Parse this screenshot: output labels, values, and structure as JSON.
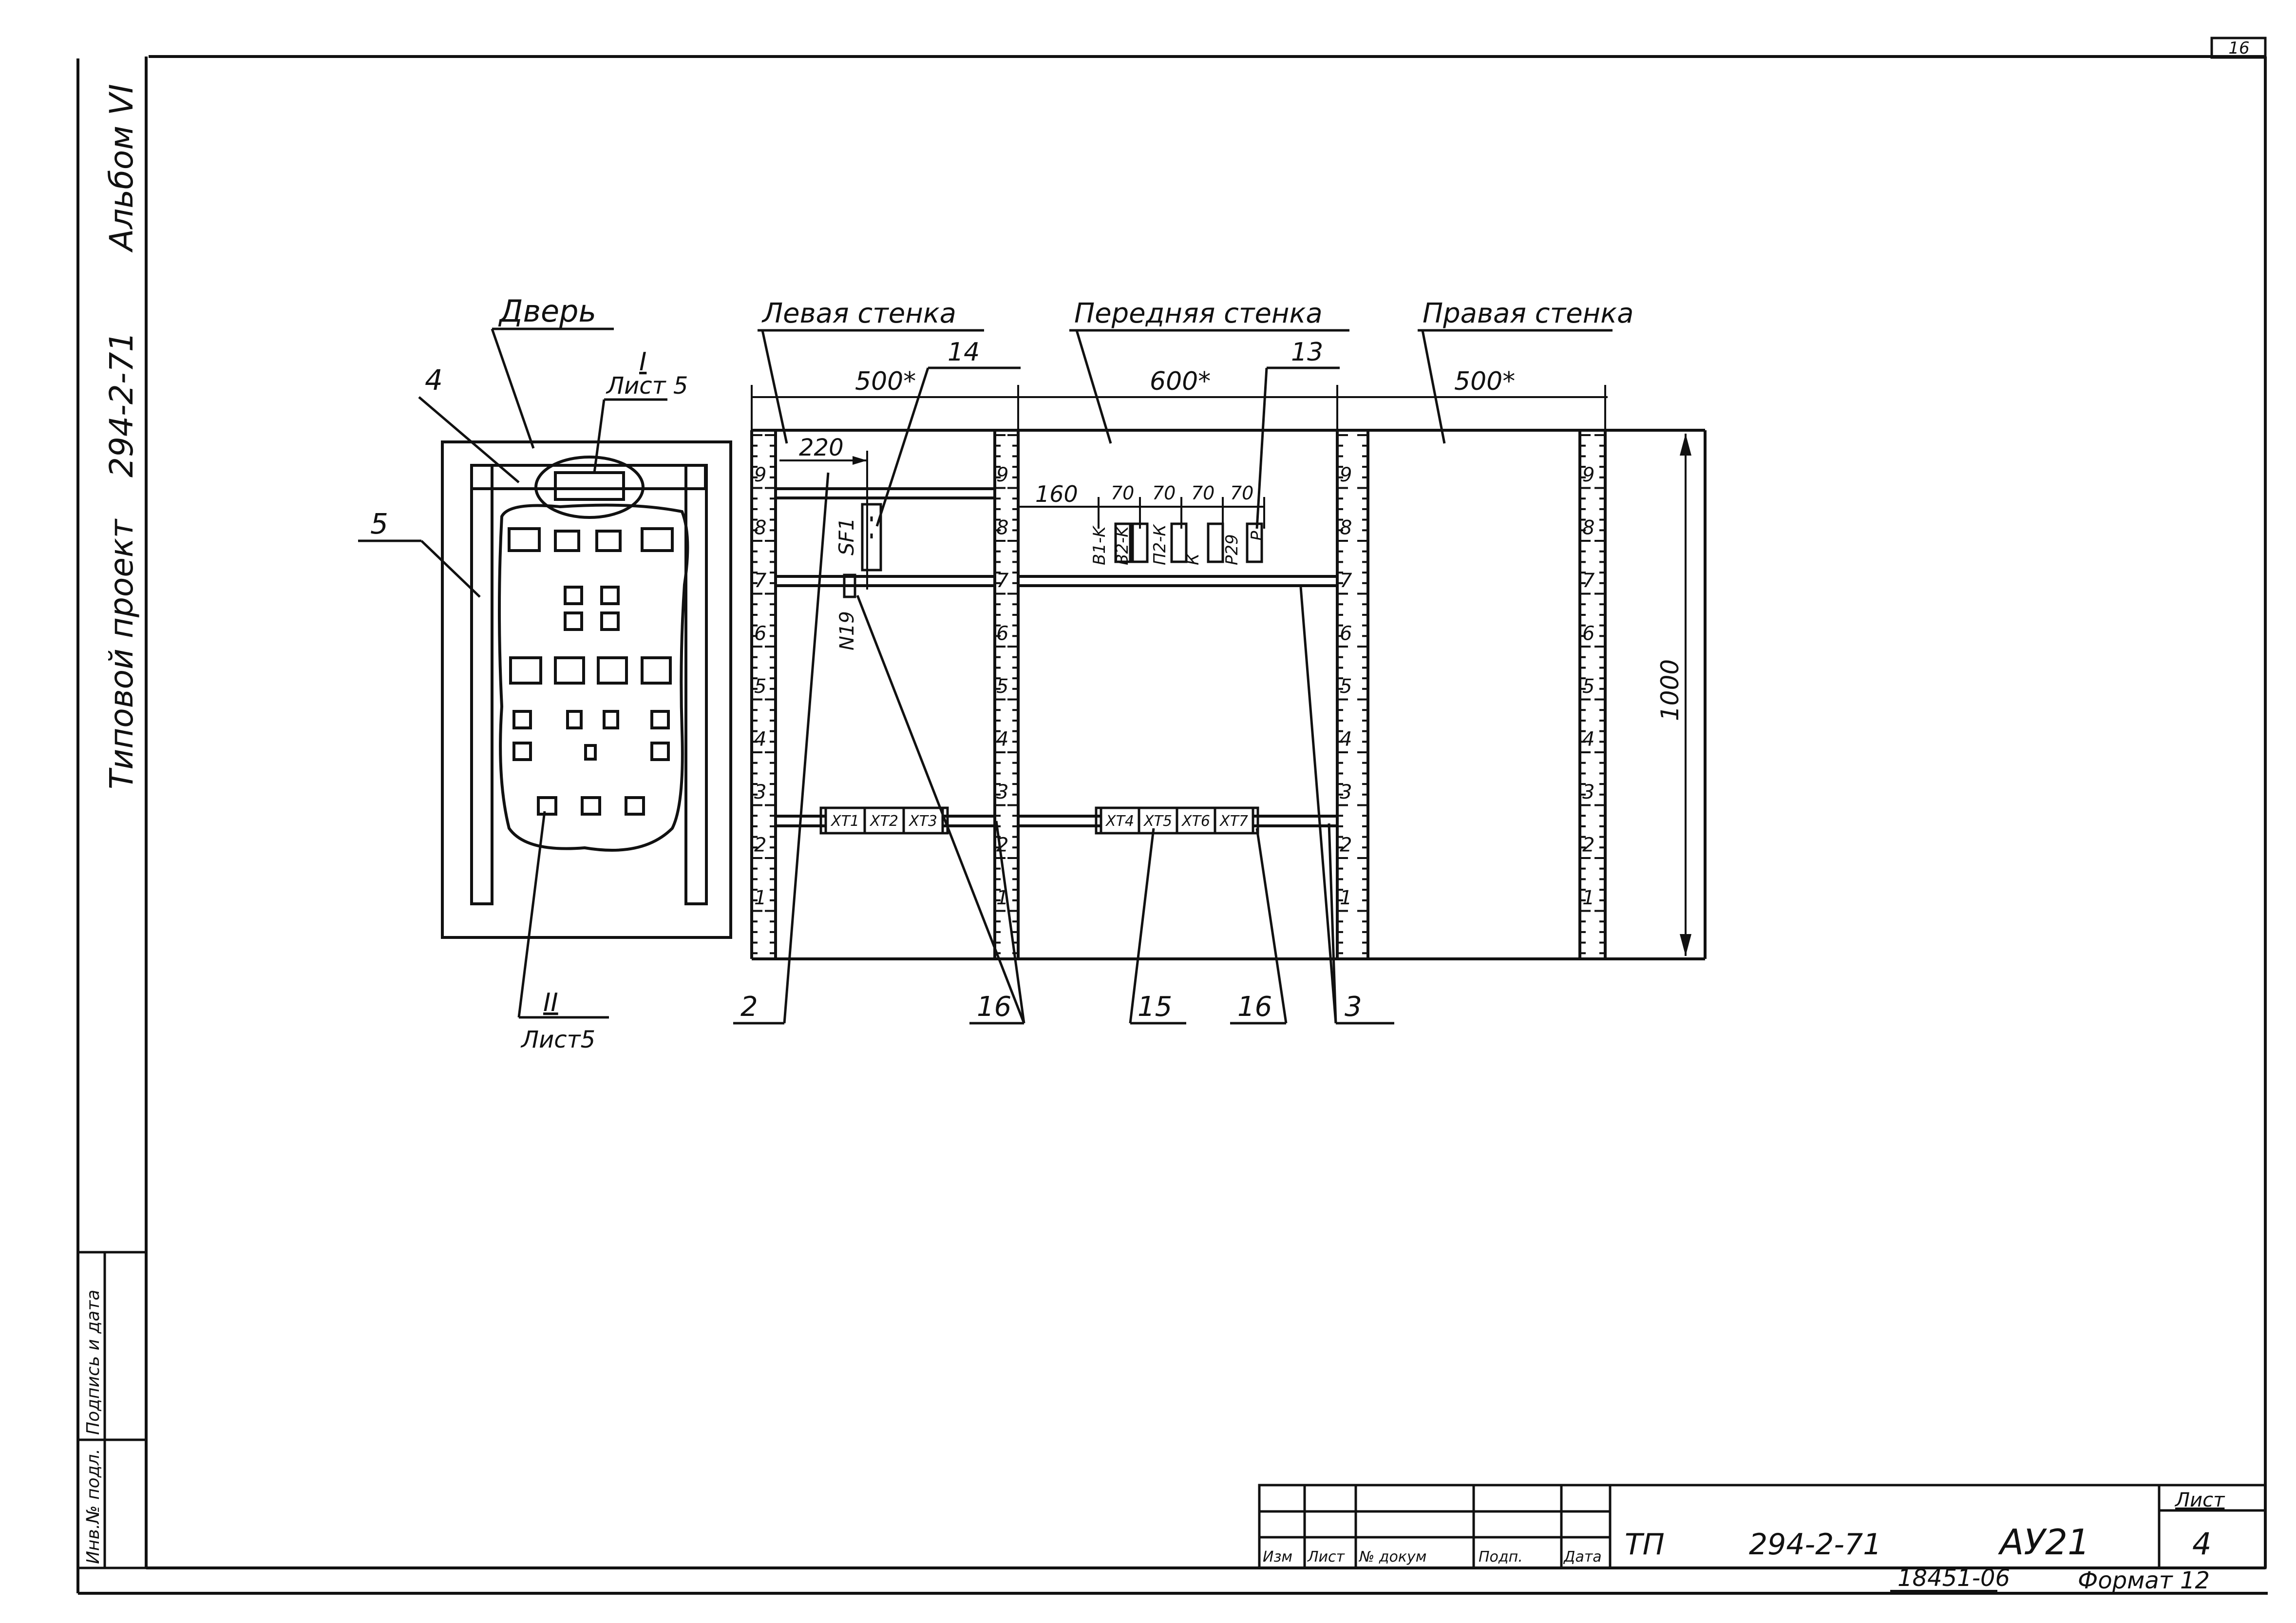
{
  "sheet_corner_number": "16",
  "side_title": {
    "project": "Типовой проект",
    "code": "294-2-71",
    "album": "Альбом VI"
  },
  "views": {
    "door": "Дверь",
    "left_wall": "Левая стенка",
    "front_wall": "Передняя стенка",
    "right_wall": "Правая стенка"
  },
  "callouts": {
    "door_4": "4",
    "door_5": "5",
    "view_I_mark": "I",
    "view_I_sheet": "Лист 5",
    "view_II_mark": "II",
    "view_II_sheet": "Лист5",
    "item_14": "14",
    "item_13": "13",
    "item_2": "2",
    "item_16a": "16",
    "item_15": "15",
    "item_16b": "16",
    "item_3": "3"
  },
  "dimensions": {
    "left_width": "500*",
    "front_width": "600*",
    "right_width": "500*",
    "left_offset": "220",
    "front_offset": "160",
    "front_step1": "70",
    "front_step2": "70",
    "front_step3": "70",
    "front_step4": "70",
    "height": "1000"
  },
  "scale_marks": [
    "9",
    "8",
    "7",
    "6",
    "5",
    "4",
    "3",
    "2",
    "1"
  ],
  "devices": {
    "sf1": "SF1",
    "n19": "N19",
    "front": [
      "B1-K",
      "B2-K",
      "П2-К",
      "К",
      "P29",
      "P"
    ]
  },
  "terminals": {
    "left": [
      "XT1",
      "XT2",
      "XT3"
    ],
    "front": [
      "XT4",
      "XT5",
      "XT6",
      "XT7"
    ]
  },
  "title_block": {
    "col_headers": [
      "Изм",
      "Лист",
      "№ докум",
      "Подп.",
      "Дата"
    ],
    "tp": "ТП",
    "code": "294-2-71",
    "mark": "АУ21",
    "sheet_label": "Лист",
    "sheet_number": "4",
    "inv_number": "18451-06",
    "format": "Формат 12"
  },
  "side_stamp": {
    "inv_no": "Инв.№ подл.",
    "sign_date": "Подпись и дата"
  }
}
